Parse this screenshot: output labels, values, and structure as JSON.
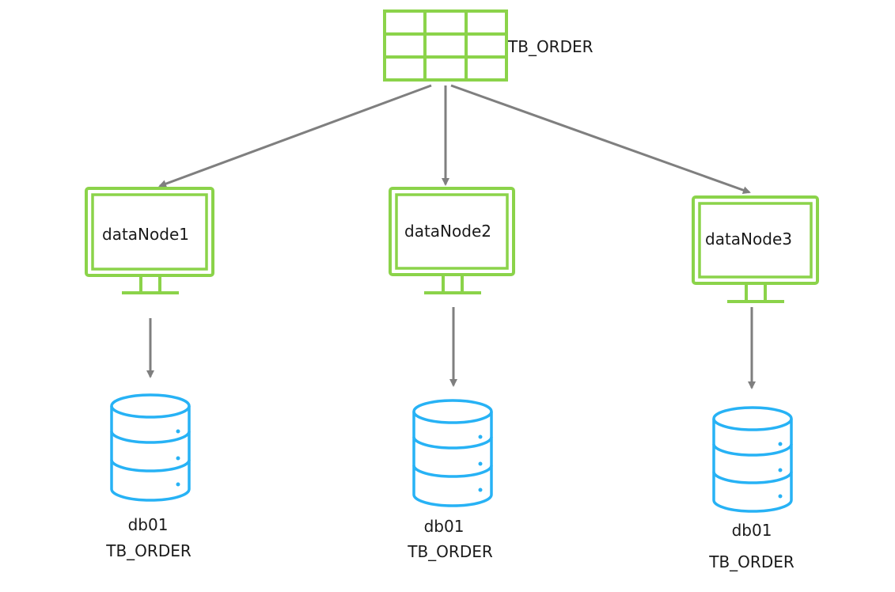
{
  "diagram": {
    "colors": {
      "server_green": "#8BD34A",
      "database_blue": "#27B2F5",
      "arrow_gray": "#7F7F7F",
      "text": "#1a1a1a"
    },
    "table": {
      "label": "TB_ORDER",
      "icon": "table-grid-icon"
    },
    "nodes": [
      {
        "name": "dataNode1",
        "icon": "monitor-icon",
        "database": {
          "name": "db01",
          "table": "TB_ORDER",
          "icon": "database-icon"
        }
      },
      {
        "name": "dataNode2",
        "icon": "monitor-icon",
        "database": {
          "name": "db01",
          "table": "TB_ORDER",
          "icon": "database-icon"
        }
      },
      {
        "name": "dataNode3",
        "icon": "monitor-icon",
        "database": {
          "name": "db01",
          "table": "TB_ORDER",
          "icon": "database-icon"
        }
      }
    ]
  }
}
